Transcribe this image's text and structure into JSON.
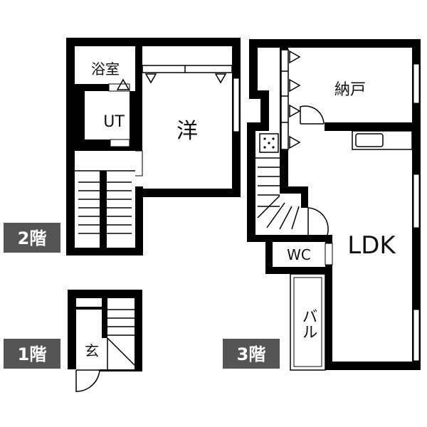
{
  "floors": {
    "first": {
      "badge": "1階",
      "rooms": {
        "entrance": "玄"
      }
    },
    "second": {
      "badge": "2階",
      "rooms": {
        "bathroom": "浴室",
        "utility": "UT",
        "western_room": "洋"
      }
    },
    "third": {
      "badge": "3階",
      "rooms": {
        "storage": "納戸",
        "ldk": "LDK",
        "toilet": "WC",
        "balcony": "バル"
      }
    }
  },
  "colors": {
    "wall": "#000000",
    "badge_bg": "#555555",
    "badge_text": "#ffffff",
    "background": "#ffffff"
  }
}
